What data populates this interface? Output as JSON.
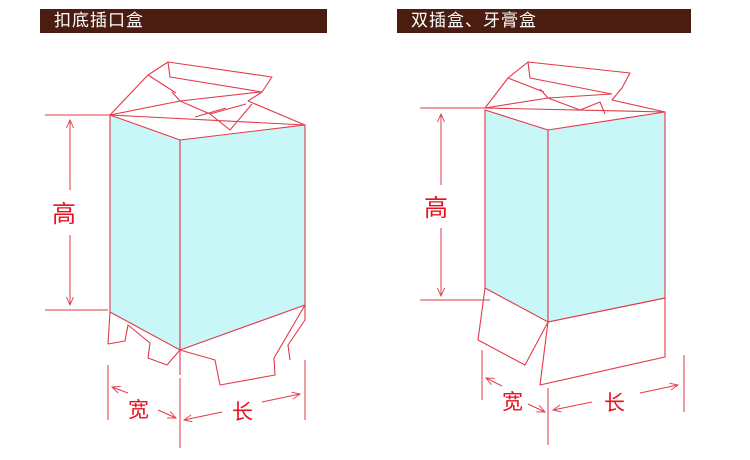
{
  "titles": {
    "left": "扣底插口盒",
    "right": "双插盒、牙膏盒"
  },
  "labels": {
    "height": "高",
    "width": "宽",
    "length": "长"
  },
  "colors": {
    "title_bg": "#4a1d10",
    "outline": "#e23a4a",
    "label": "#e8101f",
    "face_fill": "#c9f7f7"
  }
}
